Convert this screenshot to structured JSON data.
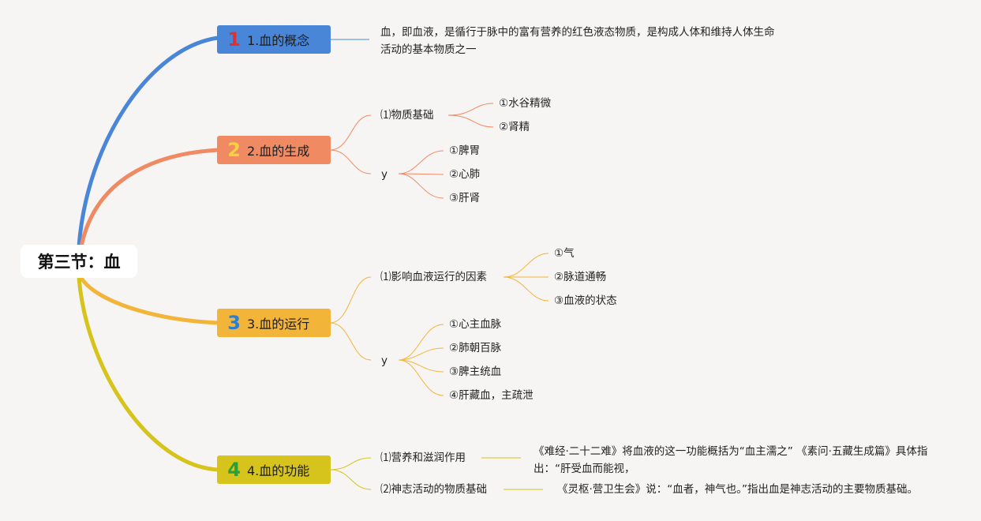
{
  "root": "第三节：血",
  "branches": [
    {
      "num": "1",
      "label": "1.血的概念",
      "color": "#4a86d8",
      "num_color": "#e03030",
      "description": "血，即血液，是循行于脉中的富有营养的红色液态物质，是构成人体和维持人体生命活动的基本物质之一"
    },
    {
      "num": "2",
      "label": "2.血的生成",
      "color": "#f08a63",
      "num_color": "#f5c542",
      "groups": [
        {
          "label": "⑴物质基础",
          "items": [
            "①水谷精微",
            "②肾精"
          ]
        },
        {
          "label": "y",
          "items": [
            "①脾胃",
            "②心肺",
            "③肝肾"
          ]
        }
      ]
    },
    {
      "num": "3",
      "label": "3.血的运行",
      "color": "#f2b53a",
      "num_color": "#2a7fd0",
      "groups": [
        {
          "label": "⑴影响血液运行的因素",
          "items": [
            "①气",
            "②脉道通畅",
            "③血液的状态"
          ]
        },
        {
          "label": "y",
          "items": [
            "①心主血脉",
            "②肺朝百脉",
            "③脾主统血",
            "④肝藏血，主疏泄"
          ]
        }
      ]
    },
    {
      "num": "4",
      "label": "4.血的功能",
      "color": "#d6c31c",
      "num_color": "#2aa03a",
      "groups": [
        {
          "label": "⑴营养和滋润作用",
          "note": "《难经·二十二难》将血液的这一功能概括为“血主濡之” 《素问·五藏生成篇》具体指出：“肝受血而能视，"
        },
        {
          "label": "⑵神志活动的物质基础",
          "note": "《灵枢·营卫生会》说：“血者，神气也。”指出血是神志活动的主要物质基础。"
        }
      ]
    }
  ]
}
